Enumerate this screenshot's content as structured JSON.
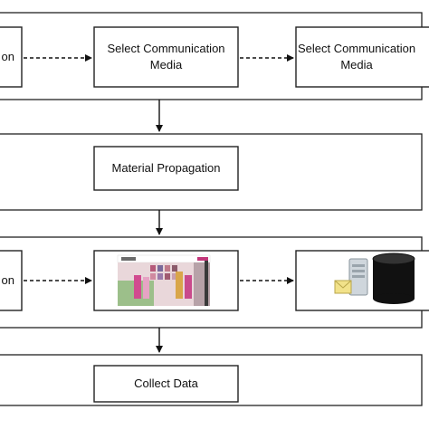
{
  "diagram": {
    "row1": {
      "left_label_fragment": "on",
      "middle_label": "Select Communication\nMedia",
      "right_label": "Select Communication\nMedia"
    },
    "row2": {
      "middle_label": "Material Propagation"
    },
    "row3": {
      "left_label_fragment": "on",
      "middle_image": "website-screenshot-image",
      "right_icons": [
        "file-server-icon",
        "database-cylinder-icon"
      ]
    },
    "row4": {
      "middle_label": "Collect Data"
    }
  }
}
